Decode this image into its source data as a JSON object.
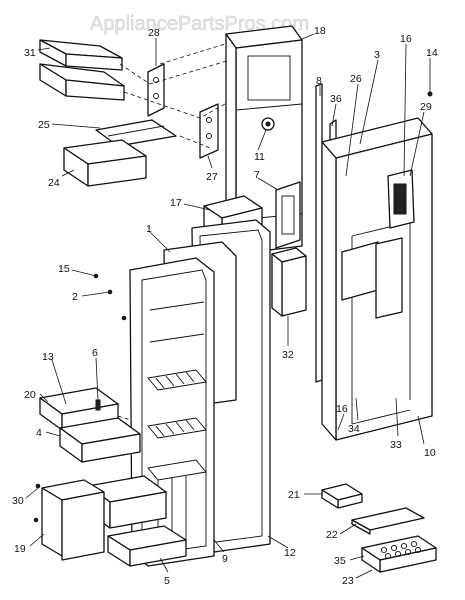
{
  "watermark": "AppliancePartsPros.com",
  "callouts": [
    {
      "id": "31",
      "label": "31"
    },
    {
      "id": "28",
      "label": "28"
    },
    {
      "id": "18",
      "label": "18"
    },
    {
      "id": "16a",
      "label": "16"
    },
    {
      "id": "14",
      "label": "14"
    },
    {
      "id": "3",
      "label": "3"
    },
    {
      "id": "8",
      "label": "8"
    },
    {
      "id": "26",
      "label": "26"
    },
    {
      "id": "36",
      "label": "36"
    },
    {
      "id": "29",
      "label": "29"
    },
    {
      "id": "25",
      "label": "25"
    },
    {
      "id": "11",
      "label": "11"
    },
    {
      "id": "27",
      "label": "27"
    },
    {
      "id": "24",
      "label": "24"
    },
    {
      "id": "7",
      "label": "7"
    },
    {
      "id": "17",
      "label": "17"
    },
    {
      "id": "1",
      "label": "1"
    },
    {
      "id": "15",
      "label": "15"
    },
    {
      "id": "2",
      "label": "2"
    },
    {
      "id": "32",
      "label": "32"
    },
    {
      "id": "13",
      "label": "13"
    },
    {
      "id": "6",
      "label": "6"
    },
    {
      "id": "20",
      "label": "20"
    },
    {
      "id": "16b",
      "label": "16"
    },
    {
      "id": "34",
      "label": "34"
    },
    {
      "id": "33",
      "label": "33"
    },
    {
      "id": "10",
      "label": "10"
    },
    {
      "id": "4",
      "label": "4"
    },
    {
      "id": "21",
      "label": "21"
    },
    {
      "id": "30",
      "label": "30"
    },
    {
      "id": "12",
      "label": "12"
    },
    {
      "id": "9",
      "label": "9"
    },
    {
      "id": "22",
      "label": "22"
    },
    {
      "id": "19",
      "label": "19"
    },
    {
      "id": "35",
      "label": "35"
    },
    {
      "id": "5",
      "label": "5"
    },
    {
      "id": "23",
      "label": "23"
    }
  ]
}
